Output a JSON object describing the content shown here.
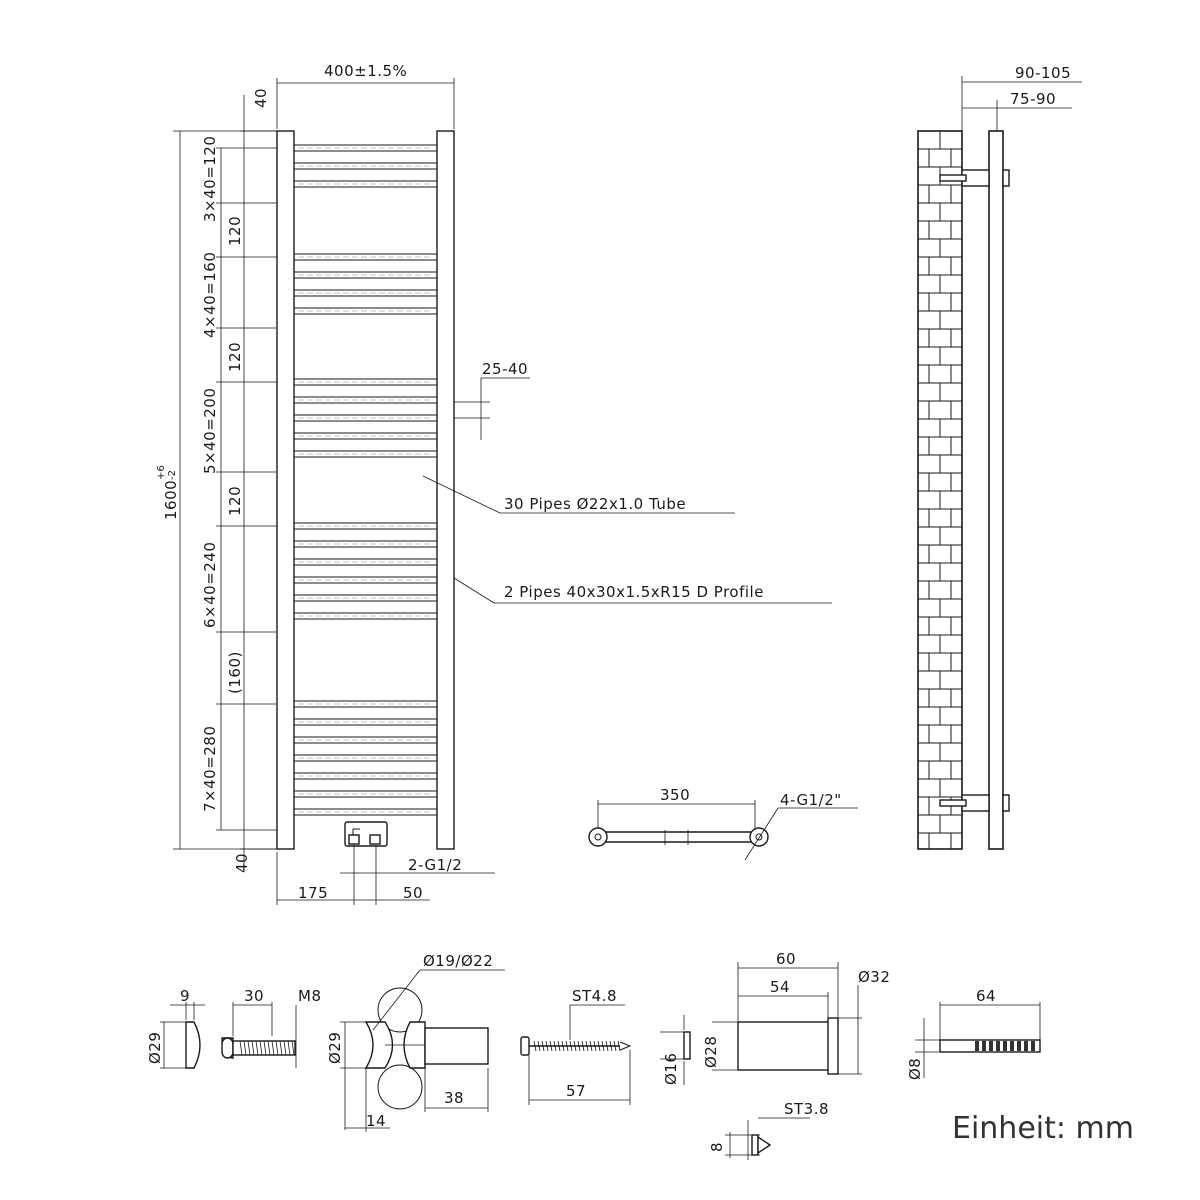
{
  "front_view": {
    "width_label": "400±1.5%",
    "height_main": "1600",
    "height_tol_plus": "+6",
    "height_tol_minus": "-2",
    "top_margin": "40",
    "bottom_margin": "40",
    "groups": [
      "3×40=120",
      "4×40=160",
      "5×40=200",
      "6×40=240",
      "7×40=280"
    ],
    "gaps": [
      "120",
      "120",
      "120",
      "(160)"
    ],
    "inlet_left": "175",
    "inlet_spacing": "50",
    "inlet_thread": "2-G1/2",
    "gap_detail": "25-40",
    "tube_label": "30 Pipes Ø22x1.0 Tube",
    "profile_label": "2 Pipes 40x30x1.5xR15 D Profile"
  },
  "side_view": {
    "wall_distance_outer": "90-105",
    "wall_distance_inner": "75-90"
  },
  "bottom_view": {
    "length": "350",
    "thread": "4-G1/2\""
  },
  "parts": {
    "cap_width": "9",
    "cap_diameter": "Ø29",
    "bolt_length": "30",
    "bolt_thread": "M8",
    "bracket_diameter": "Ø19/Ø22",
    "bracket_height": "Ø29",
    "bracket_thickness": "14",
    "bracket_length": "38",
    "screw_type": "ST4.8",
    "screw_length": "57",
    "washer_diameter": "Ø16",
    "sleeve_total": "60",
    "sleeve_body": "54",
    "sleeve_outer_diameter": "Ø32",
    "sleeve_inner_diameter": "Ø28",
    "small_screw_type": "ST3.8",
    "small_screw_length": "8",
    "anchor_length": "64",
    "anchor_diameter": "Ø8"
  },
  "unit_label": "Einheit: mm"
}
